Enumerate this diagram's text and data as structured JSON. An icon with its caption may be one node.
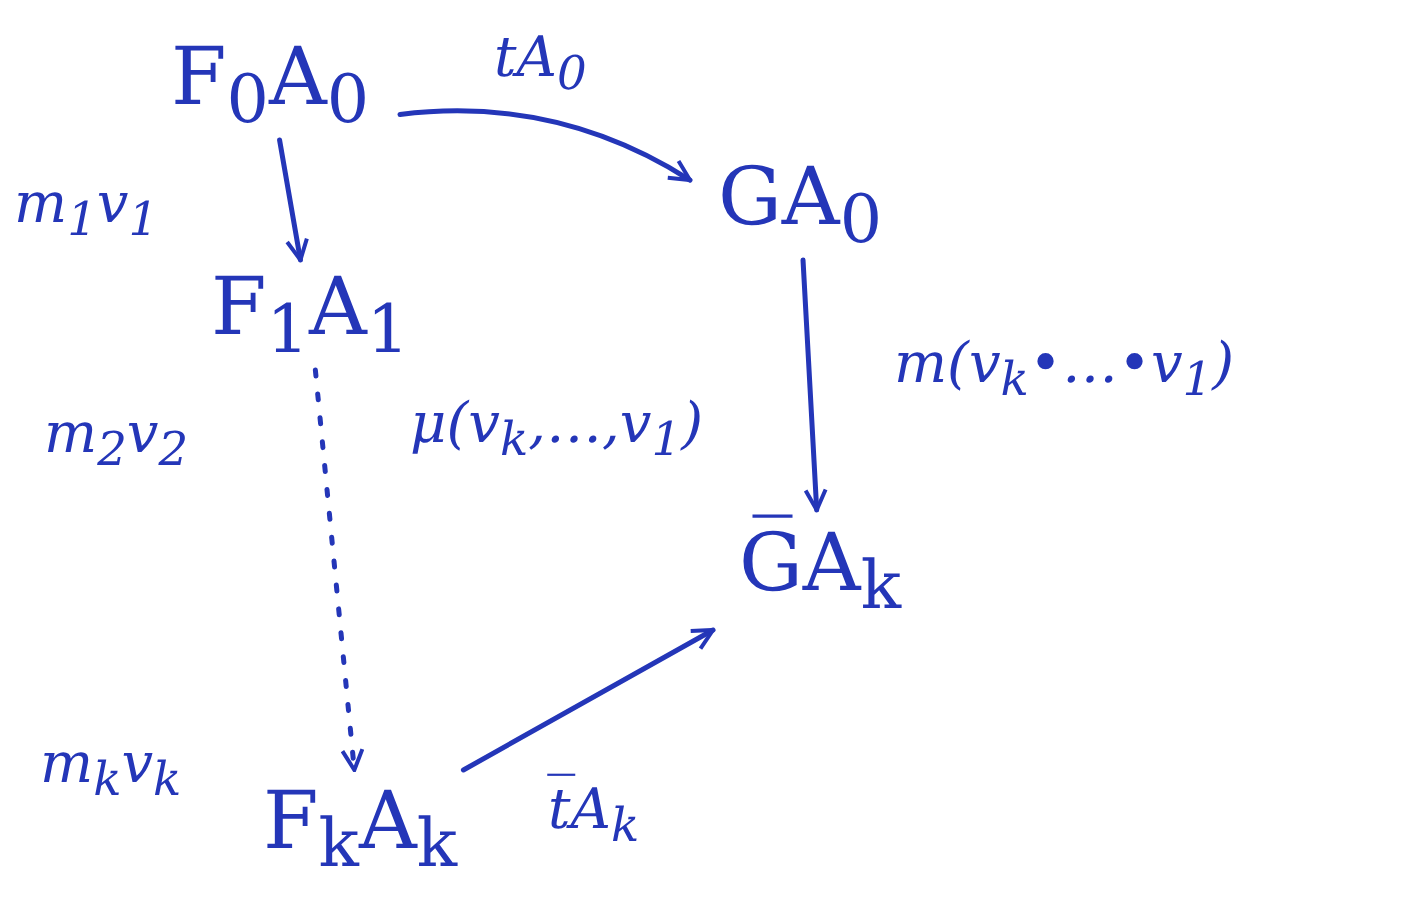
{
  "diagram": {
    "nodes": [
      {
        "text": [
          "F$_{0}$A$_{0}$"
        ]
      },
      {
        "text": [
          "GA$_{0}$"
        ]
      },
      {
        "text": [
          "F$_{1}$A$_{1}$"
        ]
      },
      {
        "text": [
          "G̅A$_{k}$"
        ]
      },
      {
        "text": [
          "F$_{k}$A$_{k}$"
        ]
      }
    ],
    "edges": [
      {
        "from": 0,
        "to": 1,
        "arrow": "to",
        "label": "tA$_{0}$"
      },
      {
        "from": 0,
        "to": 2,
        "arrow": "to",
        "label": "m$_{1}$v$_{1}$"
      },
      {
        "from": 2,
        "to": 4,
        "arrow": "to",
        "label": "m$_{2}$v$_{2}$",
        "style": "dashed"
      },
      {
        "from": 1,
        "to": 3,
        "arrow": "to",
        "label": "m(v$_{k}$•…•v$_{1}$)"
      },
      {
        "from": 4,
        "to": 3,
        "arrow": "to",
        "label": "t̅A$_{k}$"
      }
    ],
    "labels": [
      "μ(v$_{k}$,…,v$_{1}$)",
      "m$_{k}$v$_{k}$"
    ]
  }
}
